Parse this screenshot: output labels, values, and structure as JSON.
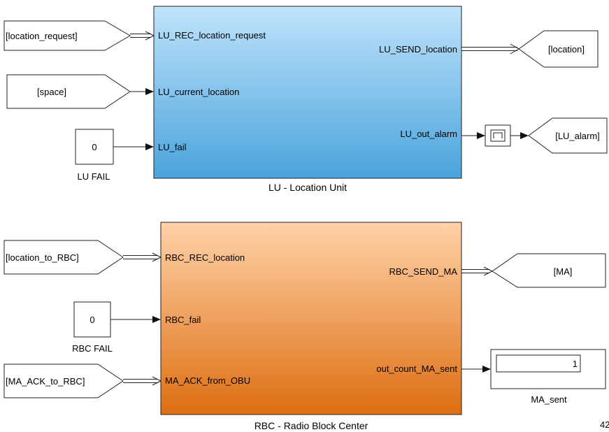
{
  "lu_block": {
    "title": "LU - Location Unit",
    "inputs": [
      "LU_REC_location_request",
      "LU_current_location",
      "LU_fail"
    ],
    "outputs": [
      "LU_SEND_location",
      "LU_out_alarm"
    ],
    "gradient": [
      "#bfe3fb",
      "#4aa3dc"
    ]
  },
  "rbc_block": {
    "title": "RBC - Radio Block Center",
    "inputs": [
      "RBC_REC_location",
      "RBC_fail",
      "MA_ACK_from_OBU"
    ],
    "outputs": [
      "RBC_SEND_MA",
      "out_count_MA_sent"
    ],
    "gradient": [
      "#ffd2a8",
      "#dd6e12"
    ]
  },
  "from_tags": [
    "[location_request]",
    "[space]",
    "[location_to_RBC]",
    "[MA_ACK_to_RBC]"
  ],
  "goto_tags": [
    "[location]",
    "[LU_alarm]",
    "[MA]"
  ],
  "constants": [
    {
      "value": "0",
      "label": "LU FAIL"
    },
    {
      "value": "0",
      "label": "RBC FAIL"
    }
  ],
  "display": {
    "value": "1",
    "label": "MA_sent"
  },
  "memory_block": {
    "icon": "memory-icon"
  },
  "corner_text": "42"
}
